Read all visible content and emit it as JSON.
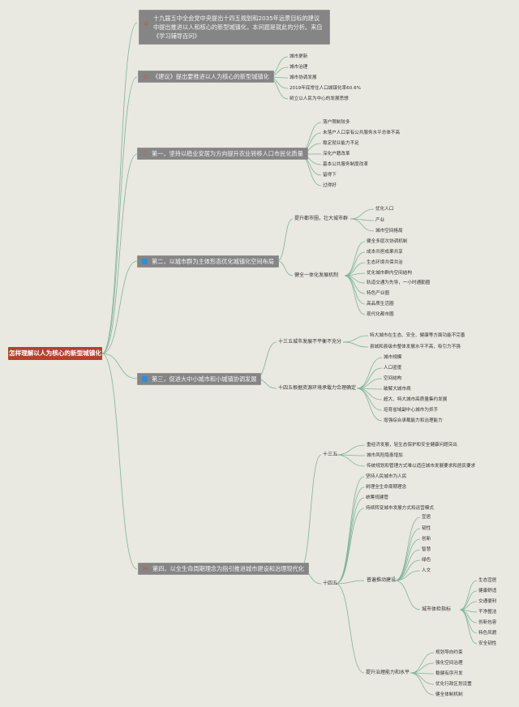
{
  "root": "怎样理解以人为核心的新型城镇化",
  "topics": [
    {
      "label": "十九届五中全会党中央提出十四五规划和2035年远景目标的建议中提出推进以人和核心的新型城镇化，本问题是就此的分析。来自《学习辅导百问》",
      "icon": "house-icon",
      "children": []
    },
    {
      "label": "《建议》提出要推进以人为核心的新型城镇化",
      "icon": "star-icon",
      "children": [
        "城市更新",
        "城市治理",
        "城市协调发展",
        "2019年底常住人口城镇化率60.6%",
        "树立以人民为中心的发展思想"
      ]
    },
    {
      "label": "第一，坚持以稳业安居为方向提升农业转移人口市民化质量",
      "icon": "heart-icon",
      "children": [
        "落户限制较多",
        "未落户人口享有公共服务水平总体不高",
        "稳定就业能力不足",
        "深化户籍改革",
        "基本公共服务制度改革",
        "留得下",
        "过得好"
      ]
    },
    {
      "label": "第二，以城市群为主体形态优化城镇化空间布局",
      "icon": "square-icon",
      "children": [
        {
          "label": "提升都市圈，壮大城市群",
          "children": [
            "优化人口",
            "产业",
            "城市空间格局"
          ]
        },
        {
          "label": "健全一体化发展机制",
          "children": [
            "健全多层次协调机制",
            "成本共担成果共享",
            "生态环境共保共治",
            "优化城市群内空间结构",
            "轨道交通为先导，一小时通勤圈",
            "特色产业圈",
            "高品质生活圈",
            "现代化都市圈"
          ]
        }
      ]
    },
    {
      "label": "第三，促进大中小城市和小城镇协调发展",
      "icon": "square-icon",
      "children": [
        {
          "label": "十三五城市发展不平衡不充分",
          "children": [
            "特大城市在生态、安全、健康等方面功能不完善",
            "县城和县级市整体发展水平不高，吸引力不强"
          ]
        },
        {
          "label": "十四五根据资源环境承载力合理确定",
          "children": [
            "城市规模",
            "人口密度",
            "空间结构",
            "破解大城市病",
            "超大、特大城市高质量集约发展",
            "培育省域副中心城市为抓手",
            "增强综合承载能力和治理能力"
          ]
        }
      ]
    },
    {
      "label": "第四，以全生命周期理念为指引推进城市建设和治理现代化",
      "icon": "tools-icon",
      "children": [
        {
          "label": "十三五",
          "children": [
            "重经济发展，轻生态保护和安全健康问题突出",
            "城市风险隐患增加",
            "传统规划和管理方式难以适应城市发展要求和居民要求"
          ]
        },
        {
          "label": "十四五",
          "children": [
            {
              "label": "坚持人民城市为人民"
            },
            {
              "label": "树理全生命周期理念"
            },
            {
              "label": "统筹规建管"
            },
            {
              "label": "持续转变城市发展方式和运营模式"
            },
            {
              "label": "普遍推动建设",
              "children": [
                {
                  "label": "宜居"
                },
                {
                  "label": "韧性"
                },
                {
                  "label": "创新"
                },
                {
                  "label": "智慧"
                },
                {
                  "label": "绿色"
                },
                {
                  "label": "人文"
                },
                {
                  "label": "城市体检指标",
                  "children": [
                    "生态宜居",
                    "健康舒适",
                    "交通便利",
                    "干净整洁",
                    "创新包容",
                    "特色风貌",
                    "安全韧性"
                  ]
                }
              ]
            },
            {
              "label": "提升治理能力和水平",
              "children": [
                "规划导向约束",
                "强化空间治理",
                "稳健有序开发",
                "优化行政区划设置",
                "健全体制机制"
              ]
            }
          ]
        }
      ]
    }
  ]
}
